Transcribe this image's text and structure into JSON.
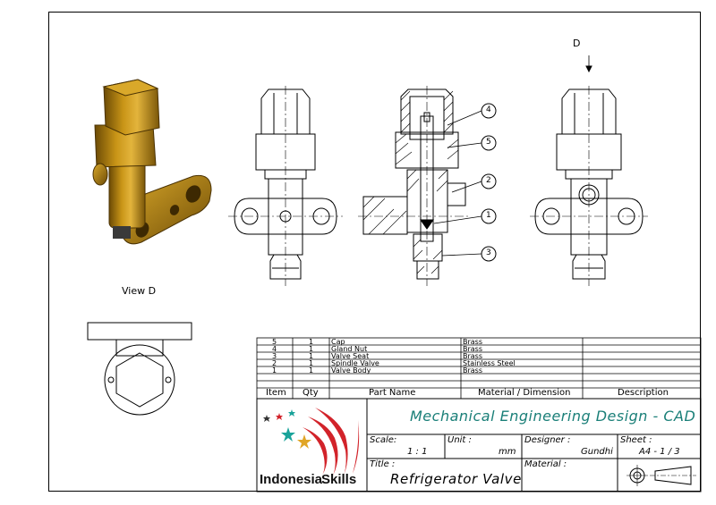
{
  "views": {
    "view_d_label": "View D",
    "direction_label": "D"
  },
  "balloons": [
    "4",
    "5",
    "2",
    "1",
    "3"
  ],
  "parts_list": {
    "headers": {
      "item": "Item",
      "qty": "Qty",
      "part_name": "Part Name",
      "material": "Material / Dimension",
      "description": "Description"
    },
    "rows": [
      {
        "item": "5",
        "qty": "1",
        "part_name": "Cap",
        "material": "Brass",
        "description": ""
      },
      {
        "item": "4",
        "qty": "1",
        "part_name": "Gland Nut",
        "material": "Brass",
        "description": ""
      },
      {
        "item": "3",
        "qty": "1",
        "part_name": "Valve Seat",
        "material": "Brass",
        "description": ""
      },
      {
        "item": "2",
        "qty": "1",
        "part_name": "Spindle Valve",
        "material": "Stainless Steel",
        "description": ""
      },
      {
        "item": "1",
        "qty": "1",
        "part_name": "Valve Body",
        "material": "Brass",
        "description": ""
      }
    ]
  },
  "title_block": {
    "heading": "Mechanical Engineering Design - CAD",
    "logo_text_left": "Indonesia",
    "logo_text_right": "Skills",
    "scale_label": "Scale:",
    "scale_value": "1 : 1",
    "unit_label": "Unit :",
    "unit_value": "mm",
    "designer_label": "Designer :",
    "designer_value": "Gundhi",
    "sheet_label": "Sheet :",
    "sheet_value": "A4 - 1 / 3",
    "title_label": "Title :",
    "title_value": "Refrigerator Valve",
    "material_label": "Material :",
    "colors": {
      "heading": "#1a7f78",
      "brass": "#b8860b",
      "logo_red": "#d2232a",
      "logo_teal": "#1aa39a",
      "logo_gold": "#e0a526"
    }
  }
}
